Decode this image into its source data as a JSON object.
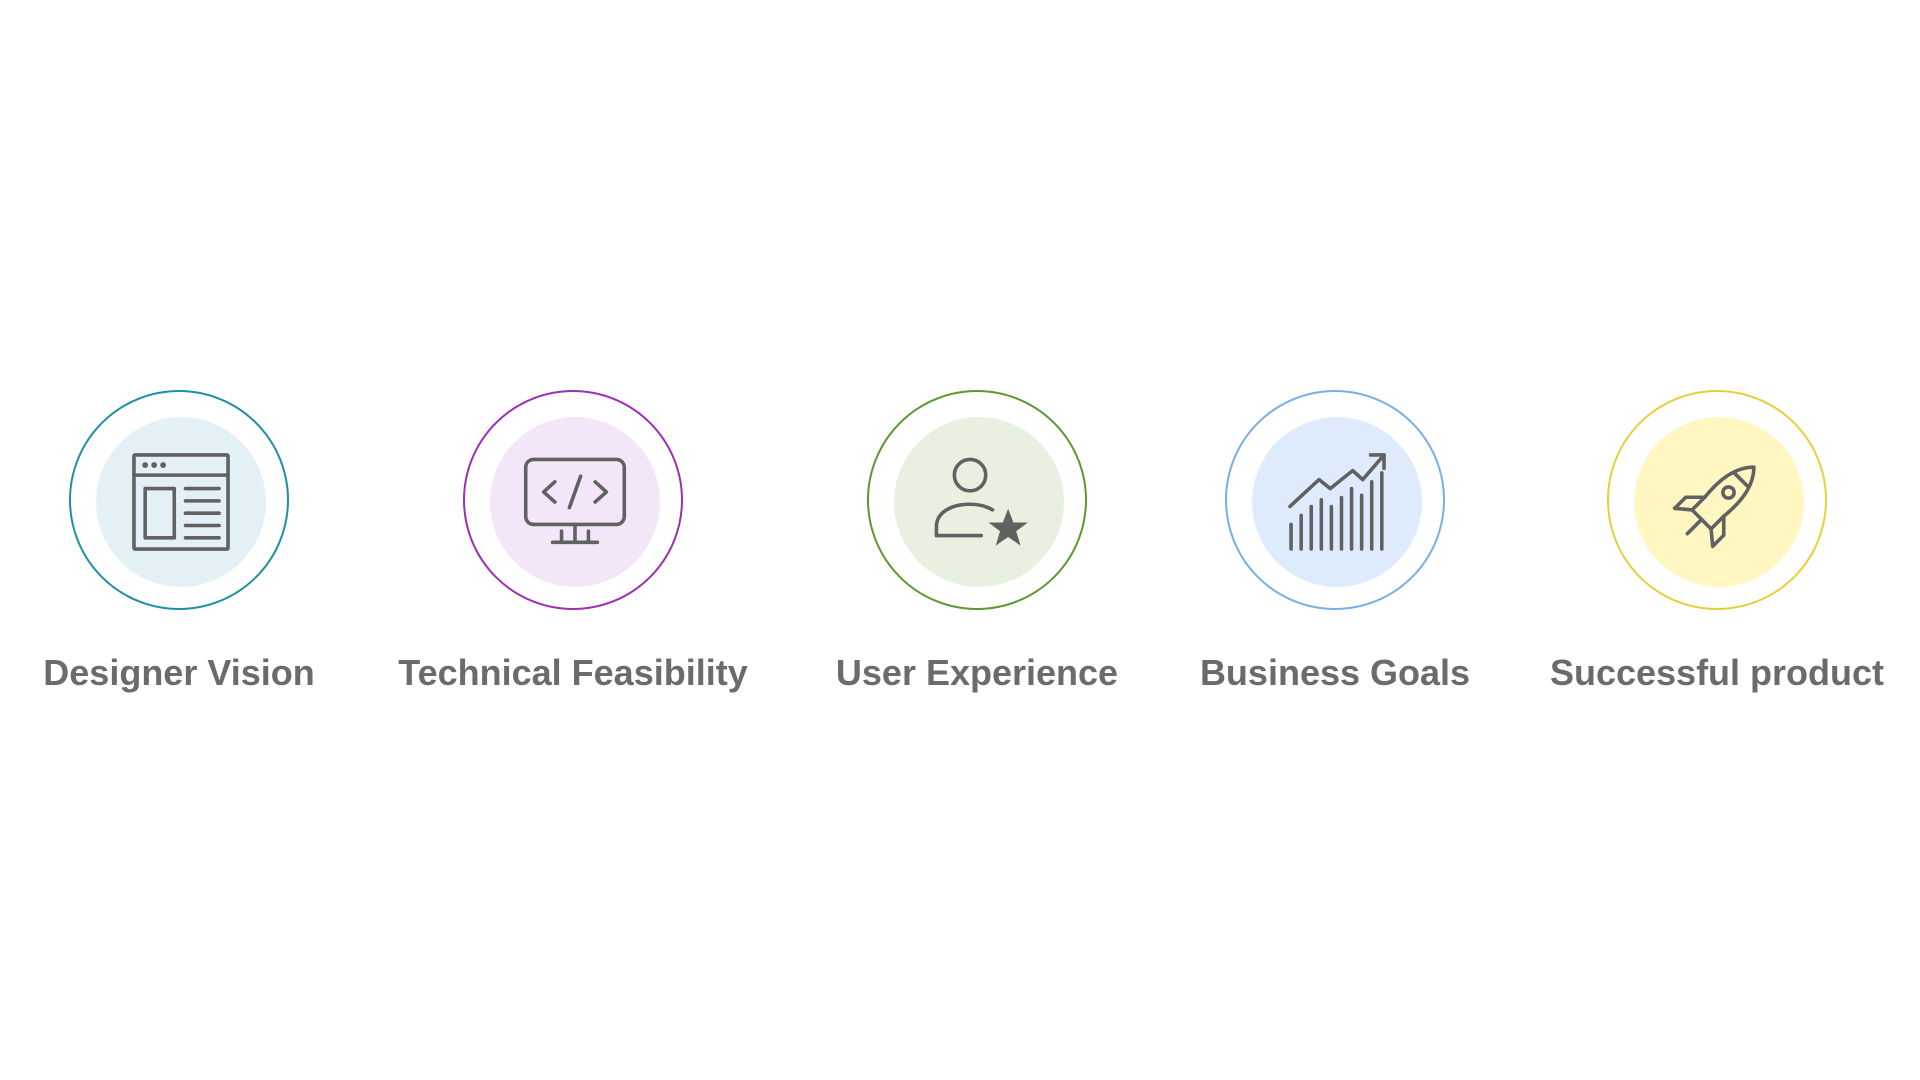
{
  "items": [
    {
      "label": "Designer Vision",
      "icon": "layout-icon",
      "ring_color": "#1f8ea6",
      "fill_color": "#e3f1f6"
    },
    {
      "label": "Technical Feasibility",
      "icon": "code-monitor-icon",
      "ring_color": "#9b2fb5",
      "fill_color": "#f3e6f8"
    },
    {
      "label": "User Experience",
      "icon": "user-star-icon",
      "ring_color": "#5a9a2e",
      "fill_color": "#e8f0e0"
    },
    {
      "label": "Business Goals",
      "icon": "growth-chart-icon",
      "ring_color": "#7aaee6",
      "fill_color": "#deebfc"
    },
    {
      "label": "Successful product",
      "icon": "rocket-icon",
      "ring_color": "#e8cf3a",
      "fill_color": "#fff6c2"
    }
  ]
}
